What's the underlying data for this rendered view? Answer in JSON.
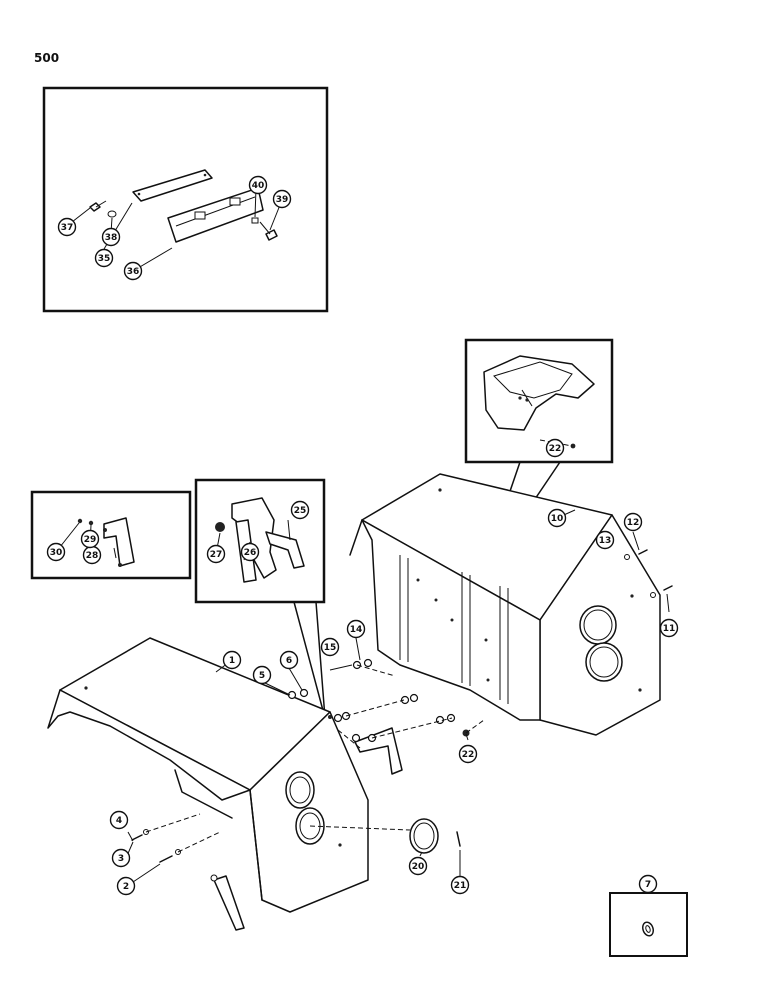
{
  "page_number": "500",
  "callouts": {
    "c1": "1",
    "c2": "2",
    "c3": "3",
    "c4": "4",
    "c5": "5",
    "c6": "6",
    "c7": "7",
    "c10": "10",
    "c11": "11",
    "c12": "12",
    "c13": "13",
    "c14": "14",
    "c15": "15",
    "c20": "20",
    "c21": "21",
    "c22a": "22",
    "c22b": "22",
    "c25": "25",
    "c26": "26",
    "c27": "27",
    "c28": "28",
    "c29": "29",
    "c30": "30",
    "c35": "35",
    "c36": "36",
    "c37": "37",
    "c38": "38",
    "c39": "39",
    "c40": "40"
  }
}
